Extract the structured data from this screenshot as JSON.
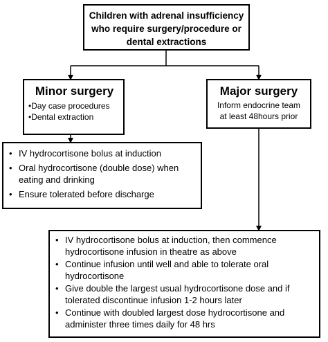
{
  "top": {
    "lines": [
      "Children with adrenal insufficiency",
      "who require surgery/procedure or",
      "dental extractions"
    ]
  },
  "minor": {
    "title": "Minor surgery",
    "items": [
      "Day case procedures",
      "Dental extraction"
    ]
  },
  "major": {
    "title": "Major surgery",
    "lines": [
      "Inform endocrine team",
      "at least 48hours prior"
    ]
  },
  "minor_actions": {
    "items": [
      "IV hydrocortisone bolus at induction",
      "Oral hydrocortisone (double dose) when eating and drinking",
      "Ensure tolerated before discharge"
    ]
  },
  "major_actions": {
    "items": [
      "IV hydrocortisone bolus at induction, then commence hydrocortisone infusion in theatre as above",
      "Continue infusion until well and able to tolerate oral hydrocortisone",
      "Give double the largest usual hydrocortisone dose and if tolerated discontinue infusion 1-2 hours later",
      "Continue with doubled largest dose hydrocortisone and administer three times daily for 48 hrs"
    ]
  }
}
